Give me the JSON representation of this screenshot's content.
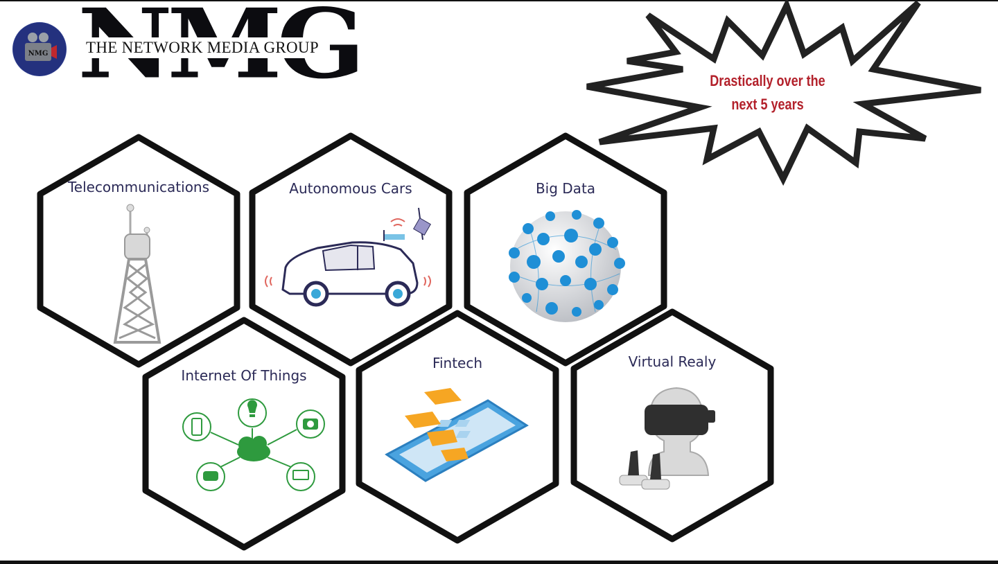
{
  "logo": {
    "badge_text": "NMG",
    "wordmark": "NMG",
    "strapline": "THE NETWORK MEDIA GROUP"
  },
  "callout": {
    "text": "Drastically over the next 5 years",
    "color": "#b3212b"
  },
  "hexagons": [
    {
      "label": "Telecommunications",
      "icon": "cell-tower-icon"
    },
    {
      "label": "Autonomous Cars",
      "icon": "self-driving-car-icon"
    },
    {
      "label": "Big Data",
      "icon": "data-globe-icon"
    },
    {
      "label": "Internet Of Things",
      "icon": "iot-cloud-icon"
    },
    {
      "label": "Fintech",
      "icon": "smartphone-icon"
    },
    {
      "label": "Virtual Realy",
      "icon": "vr-headset-icon"
    }
  ],
  "colors": {
    "hex_border": "#111111",
    "label": "#2b2a57",
    "iot_green": "#2e9a3e",
    "fintech_orange": "#f6a623",
    "data_blue": "#1f8fd6"
  }
}
